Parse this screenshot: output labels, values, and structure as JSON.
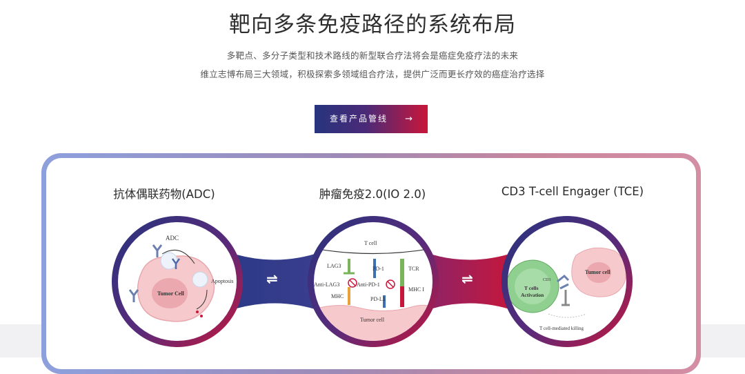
{
  "header": {
    "title": "靶向多条免疫路径的系统布局",
    "subtitle_line1": "多靶点、多分子类型和技术路线的新型联合疗法将会是癌症免疫疗法的未来",
    "subtitle_line2": "维立志博布局三大领域，积极探索多领域组合疗法，提供广泛而更长疗效的癌症治疗选择"
  },
  "cta": {
    "label": "查看产品管线",
    "icon": "arrow-right-icon"
  },
  "columns": [
    {
      "title": "抗体偶联药物(ADC)"
    },
    {
      "title": "肿瘤免疫2.0(IO 2.0)"
    },
    {
      "title": "CD3 T-cell Engager (TCE)"
    }
  ],
  "diagram_adc": {
    "adc": "ADC",
    "tumor_cell": "Tumor Cell",
    "apoptosis": "Apoptosis"
  },
  "diagram_io": {
    "t_cell": "T cell",
    "lag3": "LAG3",
    "anti_lag3": "Anti-LAG3",
    "mhc": "MHC",
    "pd1": "PD-1",
    "anti_pd1": "Anti-PD-1",
    "pdl1": "PD-L1",
    "tcr": "TCR",
    "mhc1": "MHC I",
    "tumor_cell": "Tumor cell"
  },
  "diagram_tce": {
    "cd3": "CD3",
    "t_cells": "T cells",
    "activation": "Activation",
    "tumor_cell": "Tumor cell",
    "killing": "T cell-mediated killing"
  },
  "connector_symbol": "⇌",
  "colors": {
    "navy": "#27347e",
    "crimson": "#c8163a",
    "tumor_pink": "#f6c9cc",
    "tcell_green": "#8fcf8f"
  }
}
